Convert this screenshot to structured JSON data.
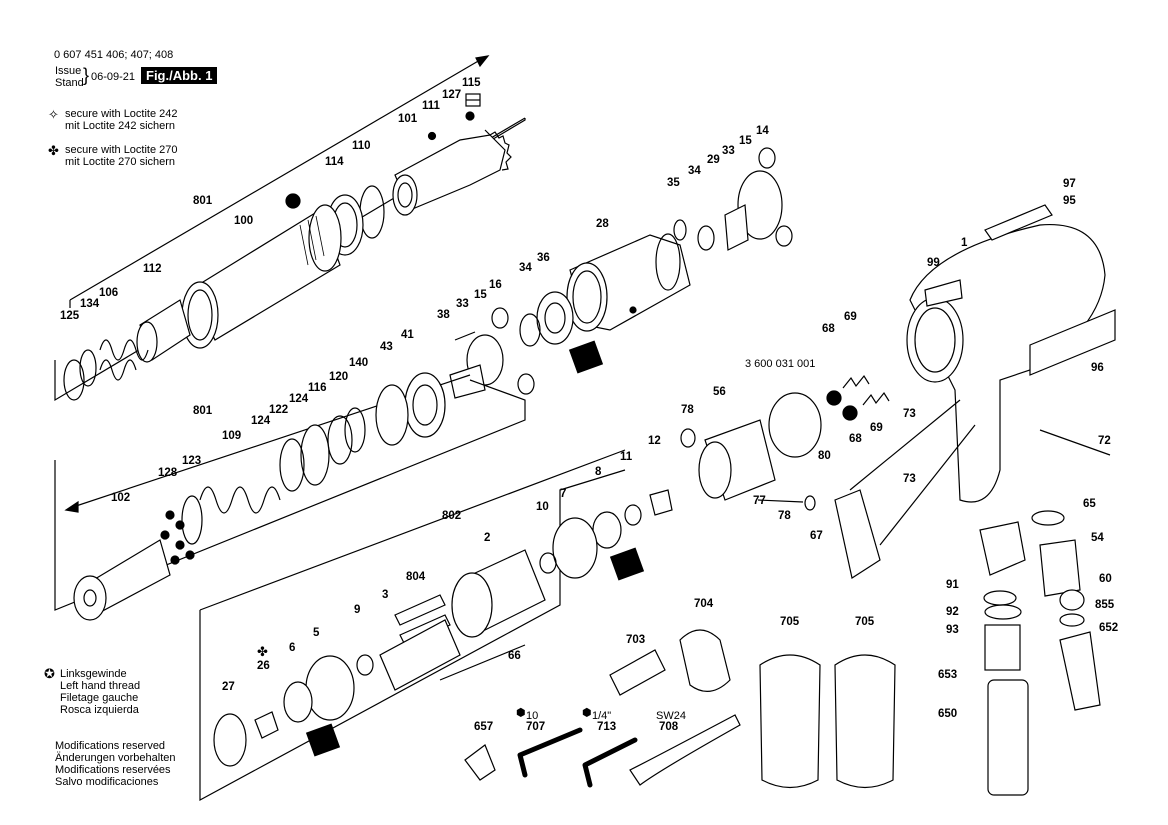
{
  "header": {
    "part_numbers": "0 607 451 406; 407; 408",
    "issue_label_en": "Issue",
    "issue_label_de": "Stand",
    "issue_date": "06-09-21",
    "figure_label": "Fig./Abb. 1"
  },
  "legend": {
    "loctite_242": [
      "secure with Loctite 242",
      "mit Loctite 242 sichern"
    ],
    "loctite_270": [
      "secure with Loctite 270",
      "mit Loctite 270 sichern"
    ]
  },
  "left_thread_note": [
    "Linksgewinde",
    "Left hand thread",
    "Filetage gauche",
    "Rosca izquierda"
  ],
  "modifications_note": [
    "Modifications reserved",
    "Änderungen vorbehalten",
    "Modifications reservées",
    "Salvo modificaciones"
  ],
  "special_labels": {
    "set_number": "3 600 031 001",
    "hex_10": "10",
    "hex_quarter": "1/4\"",
    "wrench_size": "SW24"
  },
  "callouts": [
    {
      "id": "c115",
      "text": "115"
    },
    {
      "id": "c127",
      "text": "127"
    },
    {
      "id": "c111",
      "text": "111"
    },
    {
      "id": "c101",
      "text": "101"
    },
    {
      "id": "c110",
      "text": "110"
    },
    {
      "id": "c114",
      "text": "114"
    },
    {
      "id": "c801a",
      "text": "801"
    },
    {
      "id": "c100",
      "text": "100"
    },
    {
      "id": "c112",
      "text": "112"
    },
    {
      "id": "c106",
      "text": "106"
    },
    {
      "id": "c134",
      "text": "134"
    },
    {
      "id": "c125",
      "text": "125"
    },
    {
      "id": "c14a",
      "text": "14"
    },
    {
      "id": "c15a",
      "text": "15"
    },
    {
      "id": "c33a",
      "text": "33"
    },
    {
      "id": "c29",
      "text": "29"
    },
    {
      "id": "c34a",
      "text": "34"
    },
    {
      "id": "c35",
      "text": "35"
    },
    {
      "id": "c28",
      "text": "28"
    },
    {
      "id": "c36",
      "text": "36"
    },
    {
      "id": "c34b",
      "text": "34"
    },
    {
      "id": "c16",
      "text": "16"
    },
    {
      "id": "c15b",
      "text": "15"
    },
    {
      "id": "c33b",
      "text": "33"
    },
    {
      "id": "c38",
      "text": "38"
    },
    {
      "id": "c41",
      "text": "41"
    },
    {
      "id": "c43",
      "text": "43"
    },
    {
      "id": "c140",
      "text": "140"
    },
    {
      "id": "c120",
      "text": "120"
    },
    {
      "id": "c116",
      "text": "116"
    },
    {
      "id": "c124a",
      "text": "124"
    },
    {
      "id": "c122",
      "text": "122"
    },
    {
      "id": "c124b",
      "text": "124"
    },
    {
      "id": "c109",
      "text": "109"
    },
    {
      "id": "c801b",
      "text": "801"
    },
    {
      "id": "c128",
      "text": "128"
    },
    {
      "id": "c123",
      "text": "123"
    },
    {
      "id": "c102",
      "text": "102"
    },
    {
      "id": "c97",
      "text": "97"
    },
    {
      "id": "c95",
      "text": "95"
    },
    {
      "id": "c1",
      "text": "1"
    },
    {
      "id": "c99",
      "text": "99"
    },
    {
      "id": "c96",
      "text": "96"
    },
    {
      "id": "c68a",
      "text": "68"
    },
    {
      "id": "c69a",
      "text": "69"
    },
    {
      "id": "c68b",
      "text": "68"
    },
    {
      "id": "c69b",
      "text": "69"
    },
    {
      "id": "c80",
      "text": "80"
    },
    {
      "id": "c56",
      "text": "56"
    },
    {
      "id": "c78a",
      "text": "78"
    },
    {
      "id": "c73a",
      "text": "73"
    },
    {
      "id": "c72",
      "text": "72"
    },
    {
      "id": "c73b",
      "text": "73"
    },
    {
      "id": "c77",
      "text": "77"
    },
    {
      "id": "c78b",
      "text": "78"
    },
    {
      "id": "c67",
      "text": "67"
    },
    {
      "id": "c65",
      "text": "65"
    },
    {
      "id": "c54",
      "text": "54"
    },
    {
      "id": "c91",
      "text": "91"
    },
    {
      "id": "c60",
      "text": "60"
    },
    {
      "id": "c92",
      "text": "92"
    },
    {
      "id": "c855",
      "text": "855"
    },
    {
      "id": "c93",
      "text": "93"
    },
    {
      "id": "c652",
      "text": "652"
    },
    {
      "id": "c653",
      "text": "653"
    },
    {
      "id": "c650",
      "text": "650"
    },
    {
      "id": "c12",
      "text": "12"
    },
    {
      "id": "c11",
      "text": "11"
    },
    {
      "id": "c8",
      "text": "8"
    },
    {
      "id": "c7",
      "text": "7"
    },
    {
      "id": "c10",
      "text": "10"
    },
    {
      "id": "c802",
      "text": "802"
    },
    {
      "id": "c2",
      "text": "2"
    },
    {
      "id": "c804",
      "text": "804"
    },
    {
      "id": "c3",
      "text": "3"
    },
    {
      "id": "c9",
      "text": "9"
    },
    {
      "id": "c5",
      "text": "5"
    },
    {
      "id": "c6",
      "text": "6"
    },
    {
      "id": "c26",
      "text": "26"
    },
    {
      "id": "c27",
      "text": "27"
    },
    {
      "id": "c66",
      "text": "66"
    },
    {
      "id": "c704",
      "text": "704"
    },
    {
      "id": "c703",
      "text": "703"
    },
    {
      "id": "c705a",
      "text": "705"
    },
    {
      "id": "c705b",
      "text": "705"
    },
    {
      "id": "c657",
      "text": "657"
    },
    {
      "id": "c707",
      "text": "707"
    },
    {
      "id": "c713",
      "text": "713"
    },
    {
      "id": "c708",
      "text": "708"
    }
  ]
}
